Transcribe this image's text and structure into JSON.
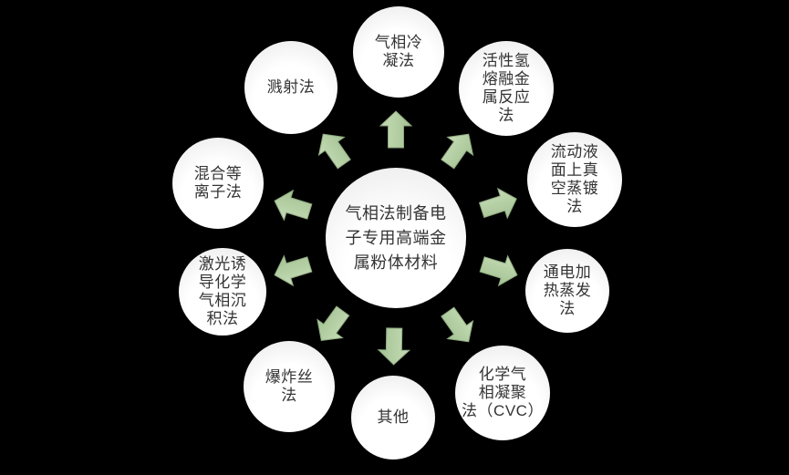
{
  "diagram": {
    "background_color": "#000000",
    "center_node": {
      "label": "气相法制备电\n子专用高端金\n属粉体材料",
      "full_text": "气相法制备电子专用高端金属粉体材料"
    },
    "nodes": [
      {
        "label": "气相冷\n凝法",
        "full_text": "气相冷凝法"
      },
      {
        "label": "活性氢\n熔融金\n属反应\n法",
        "full_text": "活性氢熔融金属反应法"
      },
      {
        "label": "流动液\n面上真\n空蒸镀\n法",
        "full_text": "流动液面上真空蒸镀法"
      },
      {
        "label": "通电加\n热蒸发\n法",
        "full_text": "通电加热蒸发法"
      },
      {
        "label": "化学气\n相凝聚\n法（CVC）",
        "full_text": "化学气相凝聚法（CVC）"
      },
      {
        "label": "其他",
        "full_text": "其他"
      },
      {
        "label": "爆炸丝\n法",
        "full_text": "爆炸丝法"
      },
      {
        "label": "激光诱\n导化学\n气相沉\n积法",
        "full_text": "激光诱导化学气相沉积法"
      },
      {
        "label": "混合等\n离子法",
        "full_text": "混合等离子法"
      },
      {
        "label": "溅射法",
        "full_text": "溅射法"
      }
    ],
    "arrows": {
      "count": 10,
      "direction": "outward-from-center",
      "color": "#b3cfa4"
    }
  }
}
